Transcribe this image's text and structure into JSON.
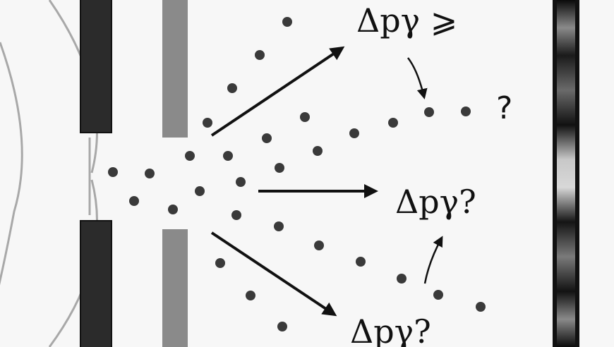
{
  "labels": {
    "top": "Δpγ ⩾",
    "middle": "Δpγ?",
    "bottom": "Δpγ?",
    "question": "?"
  },
  "colors": {
    "background": "#f7f7f7",
    "slit_barrier": "#2b2b2b",
    "second_barrier": "#8a8a8a",
    "particles": "#3a3a3a",
    "arrows": "#111111",
    "wavefront": "#a8a8a8"
  }
}
